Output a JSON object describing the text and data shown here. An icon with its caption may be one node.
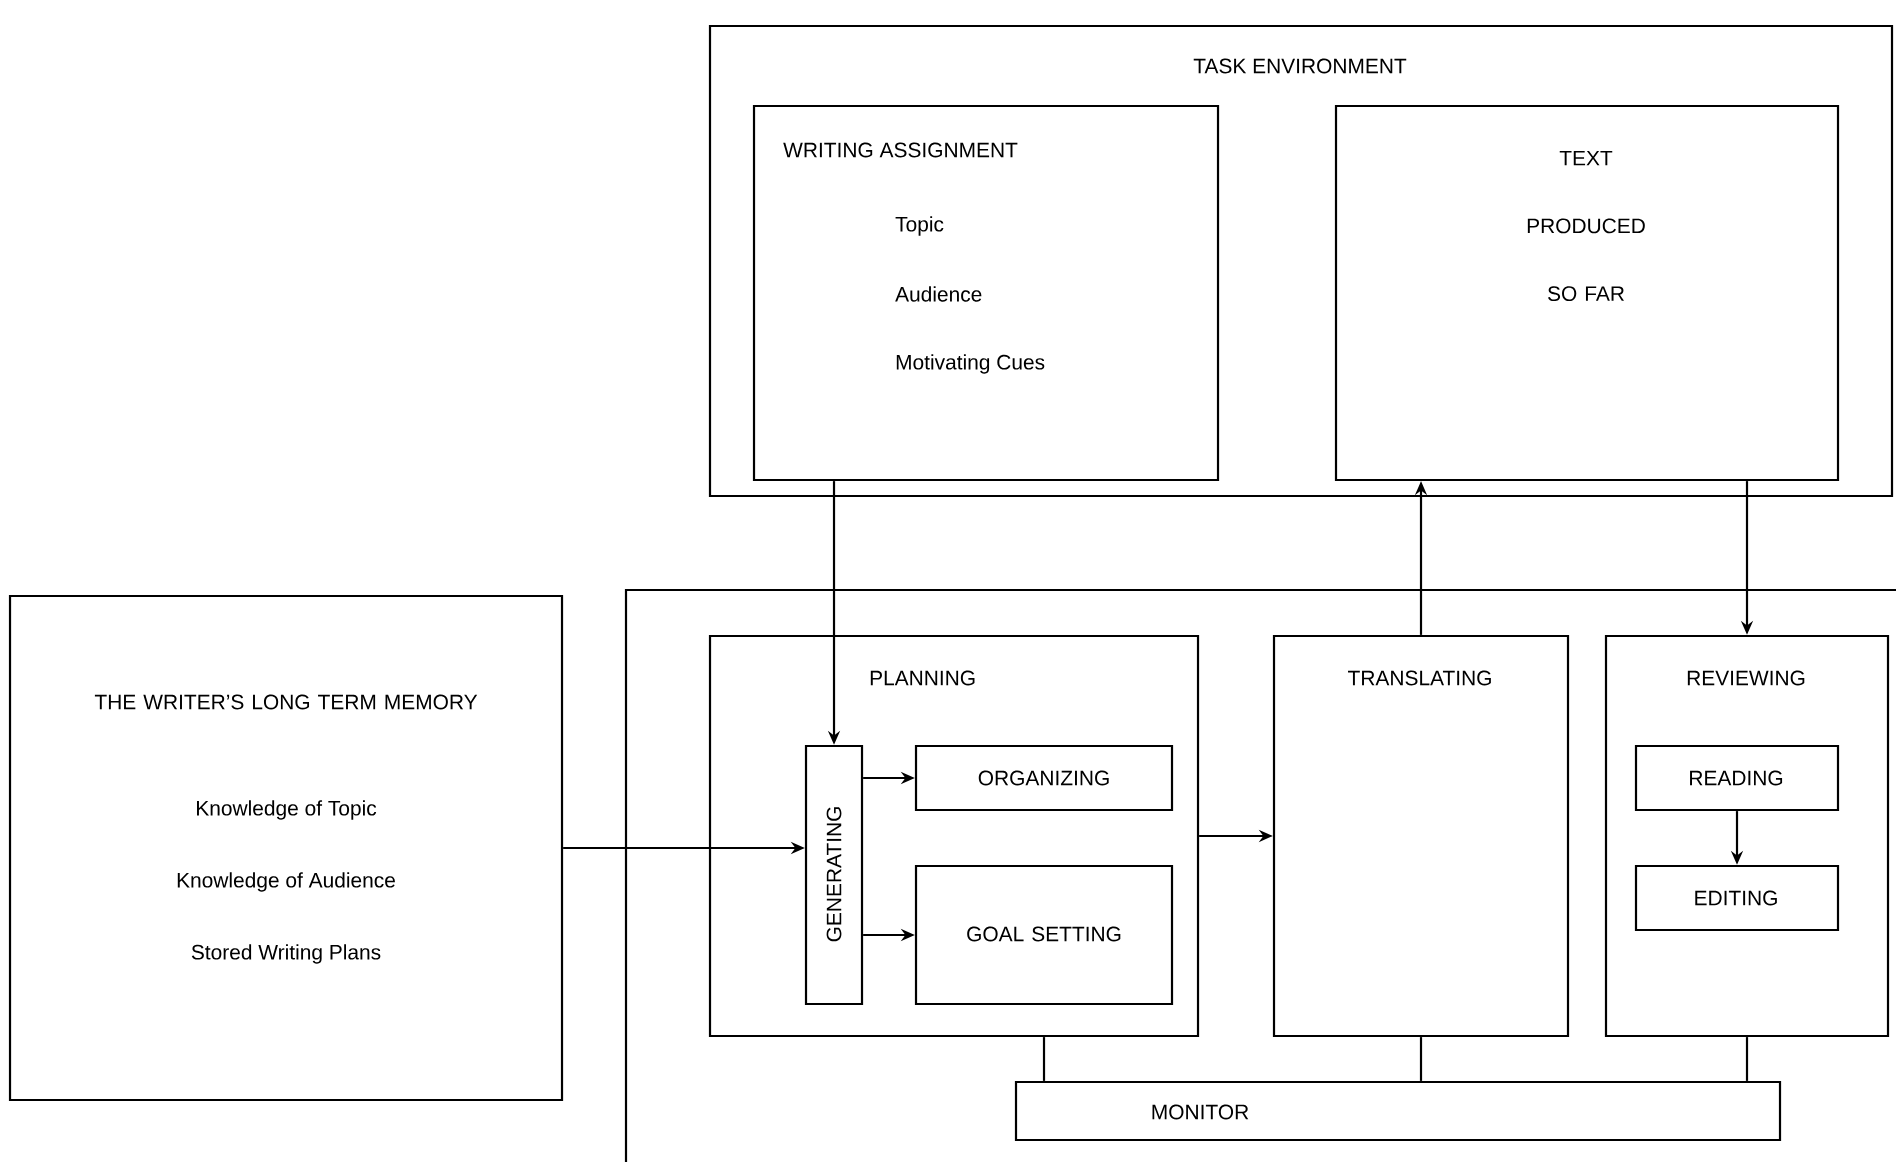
{
  "diagram": {
    "nodes": [
      {
        "text": [
          "TASK ENVIRONMENT"
        ]
      },
      {
        "text": [
          "WRITING ASSIGNMENT",
          "Topic",
          "Audience",
          "Motivating Cues"
        ],
        "in": 0
      },
      {
        "text": [
          "TEXT PRODUCED SO FAR"
        ],
        "in": 0
      },
      {
        "text": [
          "THE WRITER’S LONG TERM MEMORY",
          "Knowledge of Topic",
          "Knowledge of Audience",
          "Stored Writing Plans"
        ]
      },
      {
        "text": [],
        "shape": "box"
      },
      {
        "text": [
          "PLANNING"
        ],
        "in": 4
      },
      {
        "text": [
          "GENERATING"
        ],
        "in": 5
      },
      {
        "text": [
          "ORGANIZING"
        ],
        "in": 5
      },
      {
        "text": [
          "GOAL SETTING"
        ],
        "in": 5
      },
      {
        "text": [
          "TRANSLATING"
        ],
        "in": 4
      },
      {
        "text": [
          "REVIEWING"
        ],
        "in": 4
      },
      {
        "text": [
          "READING"
        ],
        "in": 10
      },
      {
        "text": [
          "EDITING"
        ],
        "in": 10
      },
      {
        "text": [
          "MONITOR"
        ],
        "in": 4
      }
    ],
    "edges": [
      {
        "from": 1,
        "to": 6,
        "arrow": "to"
      },
      {
        "from": 9,
        "to": 2,
        "arrow": "to"
      },
      {
        "from": 2,
        "to": 10,
        "arrow": "to"
      },
      {
        "from": 3,
        "to": 6,
        "arrow": "to"
      },
      {
        "from": 6,
        "to": 7,
        "arrow": "to"
      },
      {
        "from": 6,
        "to": 8,
        "arrow": "to"
      },
      {
        "from": 5,
        "to": 9,
        "arrow": "to"
      },
      {
        "from": 11,
        "to": 12,
        "arrow": "to"
      },
      {
        "from": 5,
        "to": 13,
        "arrow": "none"
      },
      {
        "from": 9,
        "to": 13,
        "arrow": "none"
      },
      {
        "from": 10,
        "to": 13,
        "arrow": "none"
      }
    ]
  }
}
